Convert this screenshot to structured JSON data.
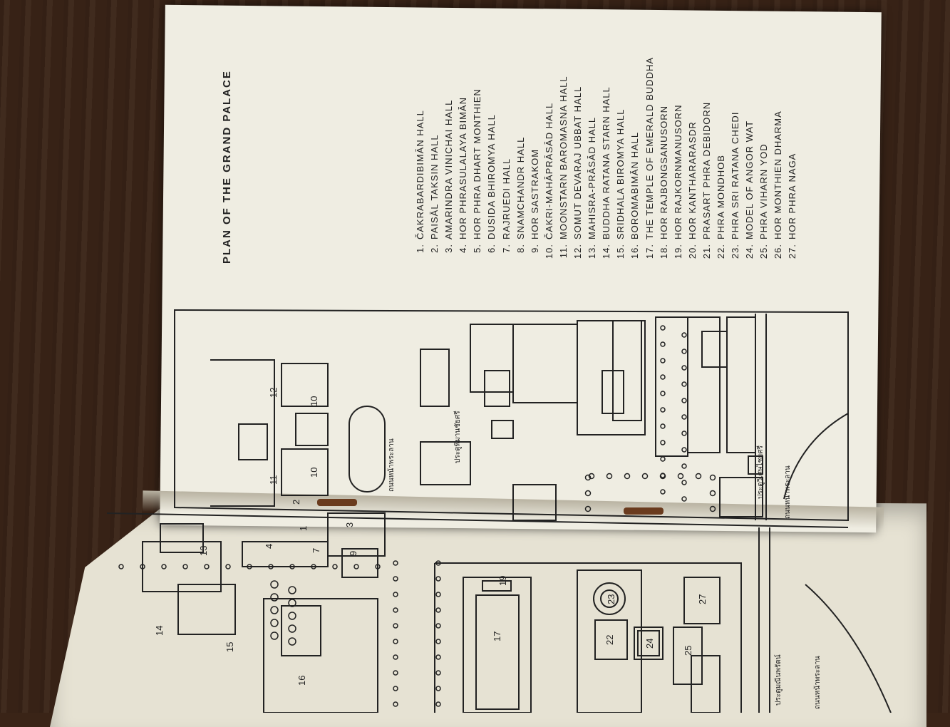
{
  "page_title": "PLAN OF THE GRAND PALACE",
  "legend": [
    {
      "num": "1.",
      "label": "ČAKRABARDIBIMĀN HALL"
    },
    {
      "num": "2.",
      "label": "PAISĀL TAKSIN HALL"
    },
    {
      "num": "3.",
      "label": "AMARINDRA VINICHAI HALL"
    },
    {
      "num": "4.",
      "label": "HOR PHRASULALAYA BIMĀN"
    },
    {
      "num": "5.",
      "label": "HOR PHRA DHART MONTHIEN"
    },
    {
      "num": "6.",
      "label": "DUSIDA BHIROMYA HALL"
    },
    {
      "num": "7.",
      "label": "RAJRUEDI HALL"
    },
    {
      "num": "8.",
      "label": "SNAMCHANDR HALL"
    },
    {
      "num": "9.",
      "label": "HOR SASTRAKOM"
    },
    {
      "num": "10.",
      "label": "ČAKRI-MAHĀPRĀSĀD HALL"
    },
    {
      "num": "11.",
      "label": "MOONSTARN BAROMASNA HALL"
    },
    {
      "num": "12.",
      "label": "SOMUT DEVARAJ UBBAT HALL"
    },
    {
      "num": "13.",
      "label": "MAHISRA-PRĀSĀD HALL"
    },
    {
      "num": "14.",
      "label": "BUDDHA RATANA STARN HALL"
    },
    {
      "num": "15.",
      "label": "SRIDHALA BIROMYA HALL"
    },
    {
      "num": "16.",
      "label": "BOROMABIMĀN HALL"
    },
    {
      "num": "17.",
      "label": "THE TEMPLE OF EMERALD BUDDHA"
    },
    {
      "num": "18.",
      "label": "HOR RAJBONGSANUSORN"
    },
    {
      "num": "19.",
      "label": "HOR RAJKORNMANUSORN"
    },
    {
      "num": "20.",
      "label": "HOR KANTHARARASDR"
    },
    {
      "num": "21.",
      "label": "PRASART PHRA DEBIDORN"
    },
    {
      "num": "22.",
      "label": "PHRA MONDHOB"
    },
    {
      "num": "23.",
      "label": "PHRA SRI RATANA CHEDI"
    },
    {
      "num": "24.",
      "label": "MODEL OF ANGOR WAT"
    },
    {
      "num": "25.",
      "label": "PHRA VIHARN YOD"
    },
    {
      "num": "26.",
      "label": "HOR MONTHIEN DHARMA"
    },
    {
      "num": "27.",
      "label": "HOR PHRA NAGA"
    }
  ],
  "map_labels": {
    "b1": "1",
    "b2": "2",
    "b3": "3",
    "b4": "4",
    "b7": "7",
    "b9": "9",
    "b10a": "10",
    "b10b": "10",
    "b11": "11",
    "b12": "12",
    "b13": "13",
    "b14": "14",
    "b15": "15",
    "b16": "16",
    "b17": "17",
    "b19": "19",
    "b22": "22",
    "b23": "23",
    "b24": "24",
    "b25": "25",
    "b27": "27"
  },
  "thai_labels": {
    "gate_a": "ประตูพิมานชัยศรี",
    "gate_b": "ประตูวิเศษไชยศรี",
    "gate_c": "ประตูมณีนพรัตน์",
    "road_a": "ถนนหน้าพระลาน",
    "road_b": "ถนนหน้าพระลาน",
    "courtyard": "ถนนหน้าพระลาน"
  },
  "colors": {
    "page": "#efede2",
    "ink": "#222222",
    "wood": "#3a2417"
  }
}
